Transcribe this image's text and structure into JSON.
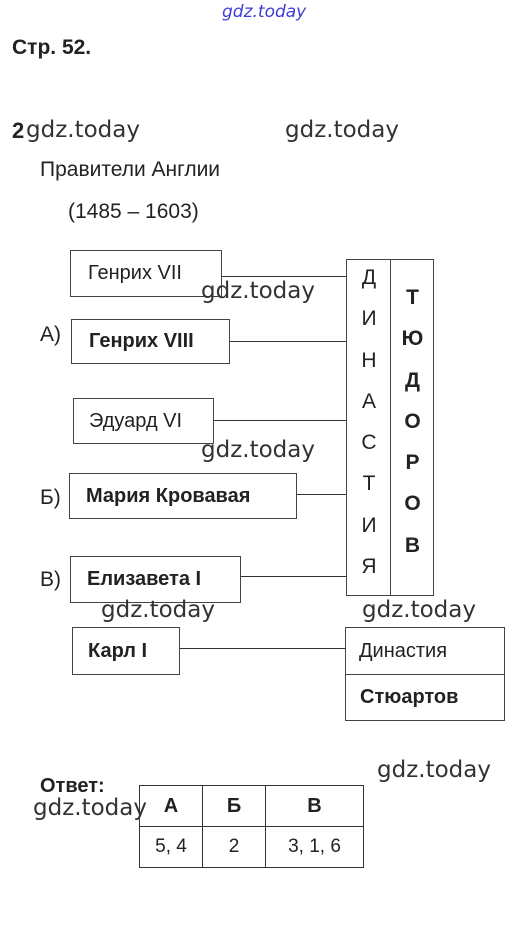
{
  "watermarks": {
    "top": "gdz.today",
    "w1": "gdz.today",
    "w2": "gdz.today",
    "w3": "gdz.today",
    "w4": "gdz.today",
    "w5": "gdz.today",
    "w6": "gdz.today",
    "w7": "gdz.today",
    "w8": "gdz.today"
  },
  "page_title": "Стр. 52.",
  "task_number": "2",
  "heading": "Правители Англии",
  "years": "(1485 – 1603)",
  "rulers": [
    {
      "name": "Генрих VII",
      "marker": ""
    },
    {
      "name": "Генрих VIII",
      "marker": "А)"
    },
    {
      "name": "Эдуард VI",
      "marker": ""
    },
    {
      "name": "Мария Кровавая",
      "marker": "Б)"
    },
    {
      "name": "Елизавета I",
      "marker": "В)"
    },
    {
      "name": "Карл I",
      "marker": ""
    }
  ],
  "tudor_dynasty": {
    "word1": [
      "Д",
      "И",
      "Н",
      "А",
      "С",
      "Т",
      "И",
      "Я"
    ],
    "word2": [
      "Т",
      "Ю",
      "Д",
      "О",
      "Р",
      "О",
      "В"
    ]
  },
  "stuart_dynasty": {
    "line1": "Династия",
    "line2": "Стюартов"
  },
  "answer": {
    "label": "Ответ:",
    "headers": [
      "А",
      "Б",
      "В"
    ],
    "values": [
      "5, 4",
      "2",
      "3, 1, 6"
    ]
  }
}
